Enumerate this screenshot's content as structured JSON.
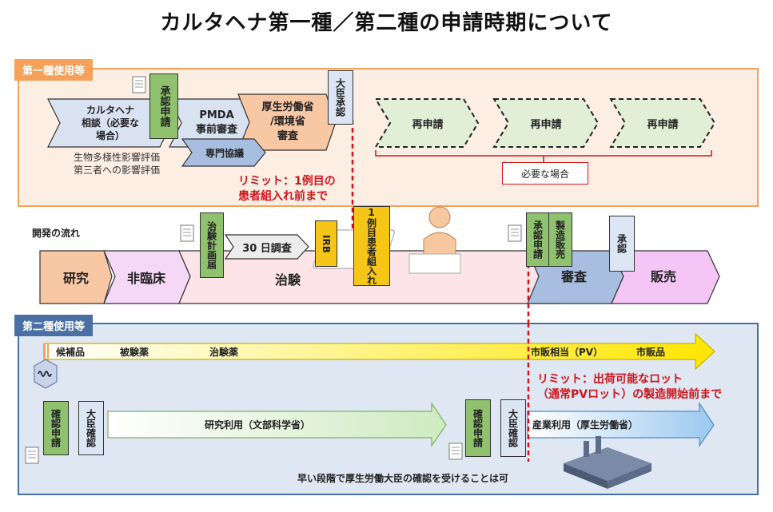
{
  "title": "カルタヘナ第一種／第二種の申請時期について",
  "colors": {
    "orange": "#f5a15a",
    "orange_fill": "#fdeee3",
    "blue": "#4a6fa5",
    "blue_fill": "#dfe7f3",
    "green": "#8fc16f",
    "red": "#d0141c"
  },
  "type1": {
    "tag": "第一種使用等",
    "consult": "カルタヘナ\n相談（必要な\n場合）",
    "approval_apply": "承認申請",
    "pmda": "PMDA\n事前審査",
    "ministry": "厚生労働省\n/環境省\n審査",
    "minister_approval": "大臣承認",
    "specialist": "専門協議",
    "impact1": "生物多様性影響評価",
    "impact2": "第三者への影響評価",
    "reapply": [
      "再申請",
      "再申請",
      "再申請"
    ],
    "if_needed": "必要な場合",
    "limit": "リミット：1例目の\n患者組入れ前まで"
  },
  "flow": {
    "label": "開発の流れ",
    "research": "研究",
    "nonclinical": "非臨床",
    "trial_plan": "治験計画届",
    "survey30": "30 日調査",
    "irb": "IRB",
    "first_patient": "1例目患者組入れ",
    "trial": "治験",
    "approval_apply": "承認申請",
    "manufacture": "製造販売",
    "review": "審査",
    "approval": "承認",
    "sales": "販売"
  },
  "type2": {
    "tag": "第二種使用等",
    "stage_labels": [
      "候補品",
      "被験薬",
      "治験薬",
      "市販相当（PV）",
      "市販品"
    ],
    "limit": "リミット：出荷可能なロット\n（通常PVロット）の製造開始前まで",
    "confirm_apply": "確認申請",
    "minister_confirm": "大臣確認",
    "research_use": "研究利用（文部科学省）",
    "confirm_apply2": "確認申請",
    "minister_confirm2": "大臣確認",
    "industrial_use": "産業利用（厚生労働省）",
    "note": "早い段階で厚生労働大臣の確認を受けることは可"
  }
}
